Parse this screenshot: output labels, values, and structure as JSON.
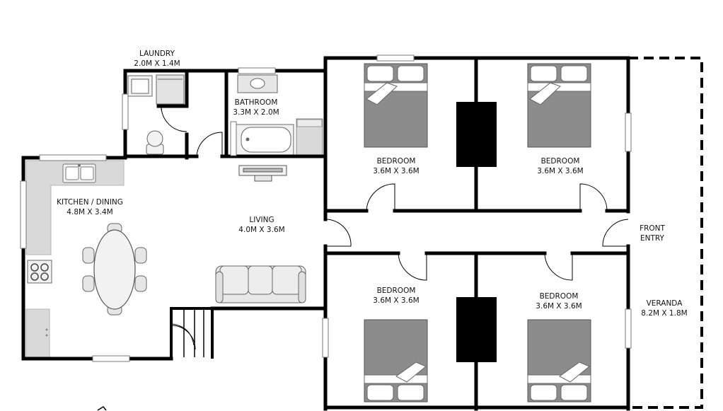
{
  "rooms": {
    "laundry": {
      "name": "LAUNDRY",
      "size": "2.0M X 1.4M"
    },
    "bathroom": {
      "name": "BATHROOM",
      "size": "3.3M X 2.0M"
    },
    "bedroom_tl": {
      "name": "BEDROOM",
      "size": "3.6M X 3.6M"
    },
    "bedroom_tr": {
      "name": "BEDROOM",
      "size": "3.6M X 3.6M"
    },
    "kitchen": {
      "name": "KITCHEN / DINING",
      "size": "4.8M X 3.4M"
    },
    "living": {
      "name": "LIVING",
      "size": "4.0M X 3.6M"
    },
    "front_entry": {
      "line1": "FRONT",
      "line2": "ENTRY"
    },
    "bedroom_bl": {
      "name": "BEDROOM",
      "size": "3.6M X 3.6M"
    },
    "bedroom_br": {
      "name": "BEDROOM",
      "size": "3.6M X 3.6M"
    },
    "veranda": {
      "name": "VERANDA",
      "size": "8.2M X 1.8M"
    }
  },
  "colors": {
    "wall": "#000000",
    "fixture": "#d9d9d9",
    "fixture_stroke": "#9a9a9a",
    "bed": "#8c8c8c"
  }
}
